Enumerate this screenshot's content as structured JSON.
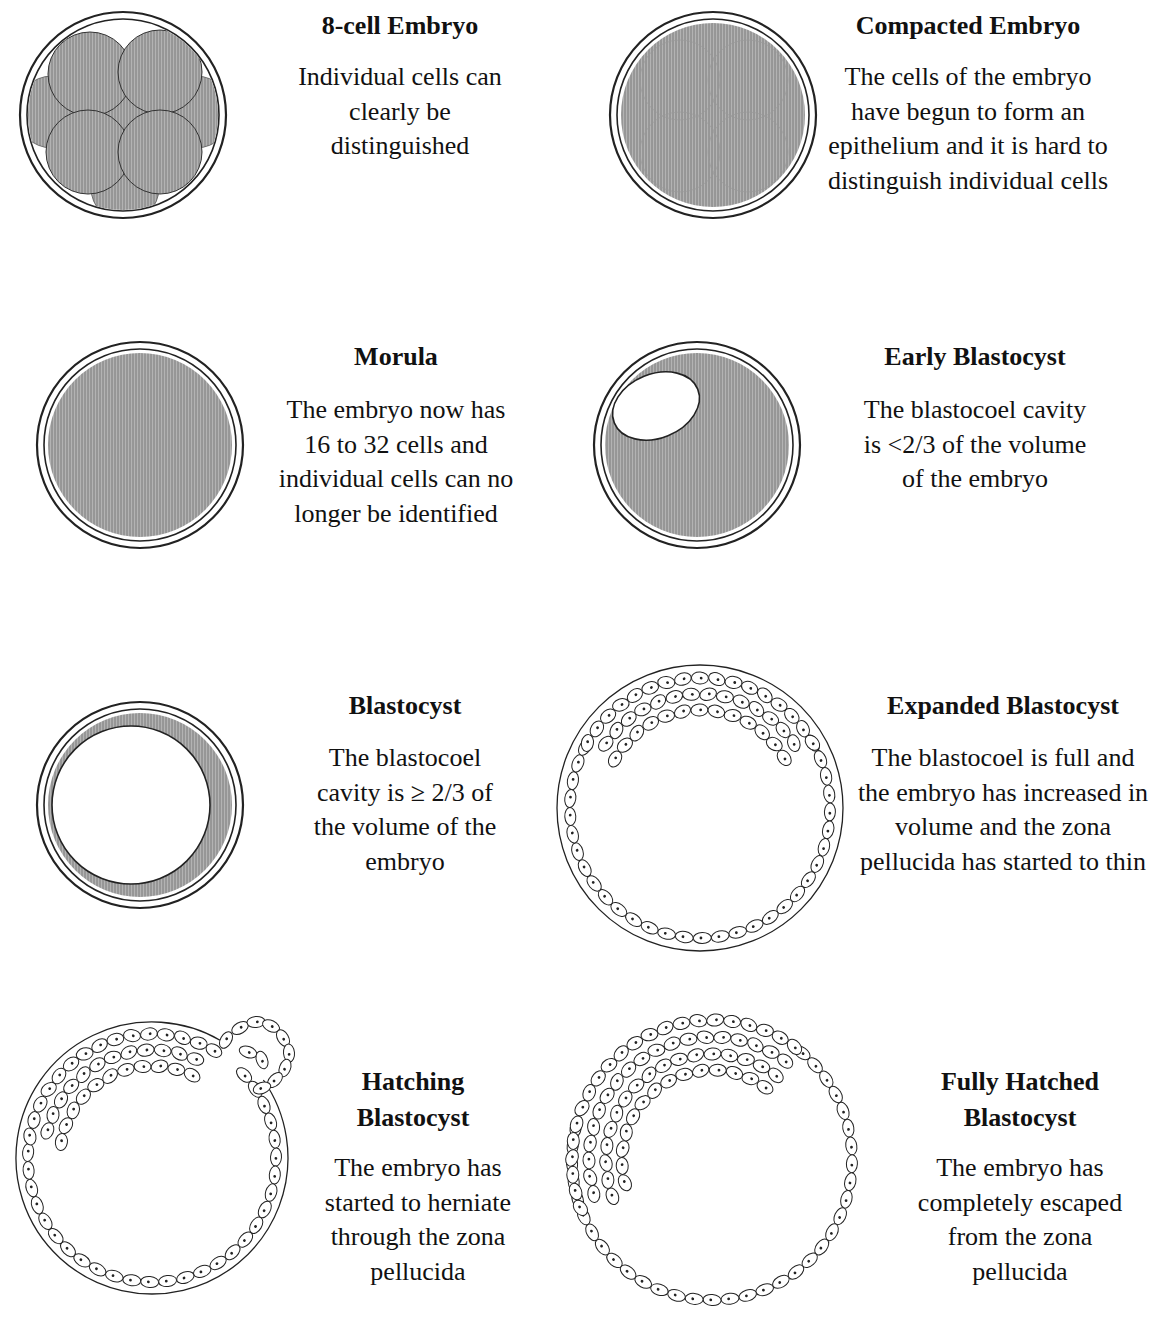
{
  "diagram": {
    "labels": [
      "8-cell Embryo",
      "Individual cells can clearly be distinguished",
      "Compacted Embryo",
      "The cells of the embryo have begun to form an epithelium and it is hard to distinguish individual cells",
      "Morula",
      "The embryo now has 16 to 32 cells and individual cells can no longer be identified",
      "Early Blastocyst",
      "The blastocoel cavity is <2/3 of the volume of the embryo",
      "Blastocyst",
      "The blastocoel cavity is ≥ 2/3 of the volume of the embryo",
      "Expanded Blastocyst",
      "The blastocoel is full and the embryo has increased in volume and the zona pellucida has started to thin",
      "Hatching Blastocyst",
      "The embryo has started to herniate through the zona pellucida",
      "Fully Hatched Blastocyst",
      "The embryo has completely escaped from the zona pellucida"
    ]
  }
}
